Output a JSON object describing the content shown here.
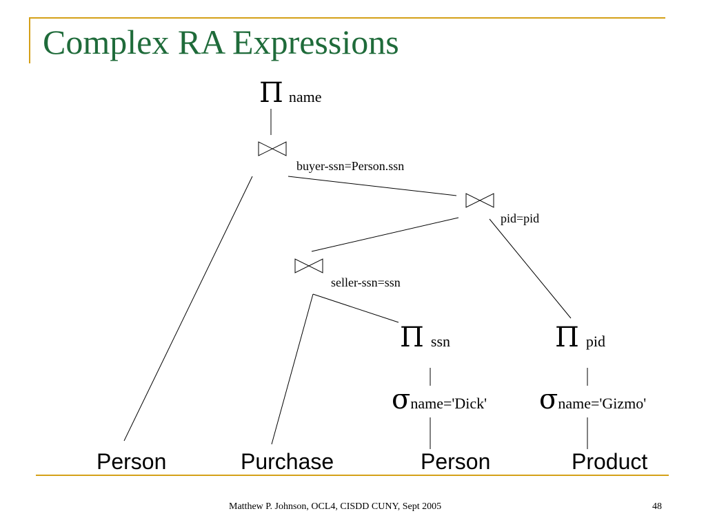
{
  "slide": {
    "title": "Complex RA Expressions",
    "footer": "Matthew P. Johnson, OCL4, CISDD CUNY, Sept 2005",
    "page_number": "48"
  },
  "colors": {
    "accent_gold": "#d4a017",
    "title_green": "#1f6b3a"
  },
  "tree": {
    "root_projection": {
      "symbol": "Π",
      "attr": "name"
    },
    "join_top": {
      "condition": "buyer-ssn=Person.ssn"
    },
    "join_mid": {
      "condition": "pid=pid"
    },
    "join_low": {
      "condition": "seller-ssn=ssn"
    },
    "proj_ssn": {
      "symbol": "Π",
      "attr": "ssn"
    },
    "proj_pid": {
      "symbol": "Π",
      "attr": "pid"
    },
    "sel_dick": {
      "symbol": "σ",
      "cond": "name='Dick'"
    },
    "sel_gizmo": {
      "symbol": "σ",
      "cond": "name='Gizmo'"
    },
    "leaves": [
      "Person",
      "Purchase",
      "Person",
      "Product"
    ]
  }
}
